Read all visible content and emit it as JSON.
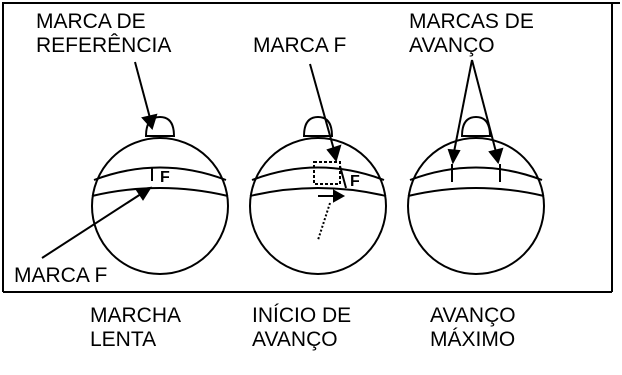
{
  "labels": {
    "reference_mark_line1": "MARCA DE",
    "reference_mark_line2": "REFERÊNCIA",
    "f_mark_top": "MARCA F",
    "advance_marks_line1": "MARCAS DE",
    "advance_marks_line2": "AVANÇO",
    "f_mark_bottom": "MARCA F"
  },
  "panels": [
    {
      "caption_line1": "MARCHA",
      "caption_line2": "LENTA"
    },
    {
      "caption_line1": "INÍCIO DE",
      "caption_line2": "AVANÇO"
    },
    {
      "caption_line1": "AVANÇO",
      "caption_line2": "MÁXIMO"
    }
  ],
  "colors": {
    "ink": "#000000",
    "background": "#ffffff"
  }
}
